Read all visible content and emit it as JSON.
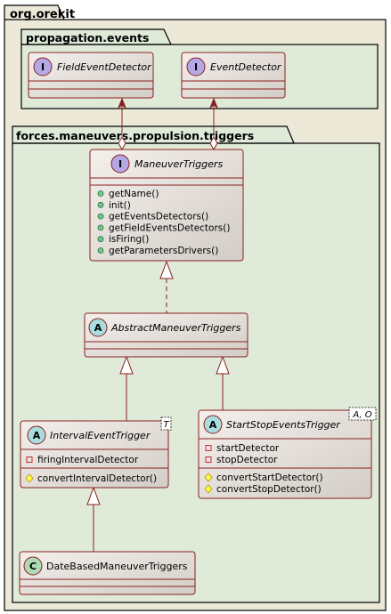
{
  "packages": {
    "root": "org.orekit",
    "events": "propagation.events",
    "triggers": "forces.maneuvers.propulsion.triggers"
  },
  "classes": {
    "field_event_detector": {
      "name": "FieldEventDetector",
      "stereotype": "I"
    },
    "event_detector": {
      "name": "EventDetector",
      "stereotype": "I"
    },
    "maneuver_triggers": {
      "name": "ManeuverTriggers",
      "stereotype": "I",
      "methods": [
        "getName()",
        "init()",
        "getEventsDetectors()",
        "getFieldEventsDetectors()",
        "isFiring()",
        "getParametersDrivers()"
      ]
    },
    "abstract_maneuver_triggers": {
      "name": "AbstractManeuverTriggers",
      "stereotype": "A"
    },
    "interval_event_trigger": {
      "name": "IntervalEventTrigger",
      "stereotype": "A",
      "generic": "T",
      "fields": [
        "firingIntervalDetector"
      ],
      "methods": [
        "convertIntervalDetector()"
      ]
    },
    "start_stop_events_trigger": {
      "name": "StartStopEventsTrigger",
      "stereotype": "A",
      "generic": "A, O",
      "fields": [
        "startDetector",
        "stopDetector"
      ],
      "methods": [
        "convertStartDetector()",
        "convertStopDetector()"
      ]
    },
    "date_based_maneuver_triggers": {
      "name": "DateBasedManeuverTriggers",
      "stereotype": "C"
    }
  },
  "colors": {
    "outer_package": "#ece9d8",
    "inner_package": "#dfead9",
    "border": "#000000",
    "class_fill_light": "#f4efeb",
    "class_fill_dark": "#d3cdc7",
    "class_border": "#8a2020",
    "interface_badge": "#b4a7e5",
    "abstract_badge": "#a9dcdf",
    "class_badge": "#addbb5",
    "arrow": "#8a2020",
    "public_dot": "#84be84",
    "private_square": "#c82930",
    "protected_diamond": "#ffff44"
  }
}
